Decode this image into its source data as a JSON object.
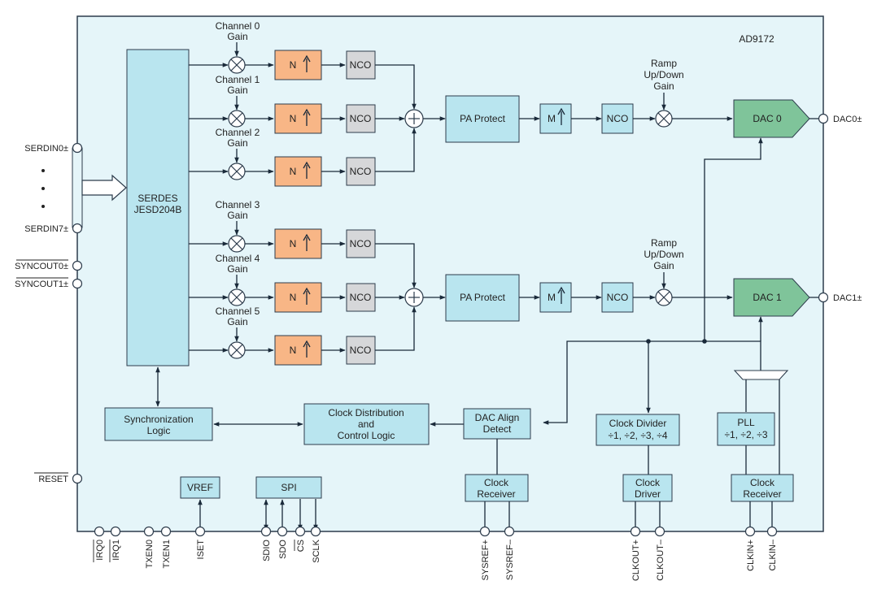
{
  "chip_name": "AD9172",
  "colors": {
    "background": "#e5f5f9",
    "block_blue": "#b9e5ef",
    "block_orange": "#f8b686",
    "block_grey": "#d6d7d9",
    "block_green": "#7fc49a",
    "border": "#2d3c4c"
  },
  "serdes": {
    "line1": "SERDES",
    "line2": "JESD204B"
  },
  "channels": [
    {
      "line1": "Channel 0",
      "line2": "Gain"
    },
    {
      "line1": "Channel 1",
      "line2": "Gain"
    },
    {
      "line1": "Channel 2",
      "line2": "Gain"
    },
    {
      "line1": "Channel 3",
      "line2": "Gain"
    },
    {
      "line1": "Channel 4",
      "line2": "Gain"
    },
    {
      "line1": "Channel 5",
      "line2": "Gain"
    }
  ],
  "interp_channel": "N",
  "interp_main": "M",
  "nco": "NCO",
  "pa_protect": "PA Protect",
  "ramp": {
    "line1": "Ramp",
    "line2": "Up/Down",
    "line3": "Gain"
  },
  "dac0": "DAC 0",
  "dac1": "DAC 1",
  "sync_logic": {
    "line1": "Synchronization",
    "line2": "Logic"
  },
  "clock_dist": {
    "line1": "Clock Distribution",
    "line2": "and",
    "line3": "Control Logic"
  },
  "dac_align": {
    "line1": "DAC Align",
    "line2": "Detect"
  },
  "clock_divider": {
    "line1": "Clock Divider",
    "line2": "÷1, ÷2, ÷3, ÷4"
  },
  "pll": {
    "line1": "PLL",
    "line2": "÷1, ÷2, ÷3"
  },
  "clock_receiver": {
    "line1": "Clock",
    "line2": "Receiver"
  },
  "clock_driver": {
    "line1": "Clock",
    "line2": "Driver"
  },
  "vref": "VREF",
  "spi": "SPI",
  "left_pins": {
    "serdin0": "SERDIN0±",
    "serdin7": "SERDIN7±",
    "syncout0": "SYNCOUT0±",
    "syncout1": "SYNCOUT1±",
    "reset": "RESET"
  },
  "right_pins": {
    "dac0": "DAC0±",
    "dac1": "DAC1±"
  },
  "bottom_pins": [
    "IRQ0",
    "IRQ1",
    "TXEN0",
    "TXEN1",
    "ISET",
    "SDIO",
    "SDO",
    "CS",
    "SCLK",
    "SYSREF+",
    "SYSREF–",
    "CLKOUT+",
    "CLKOUT–",
    "CLKIN+",
    "CLKIN–"
  ]
}
